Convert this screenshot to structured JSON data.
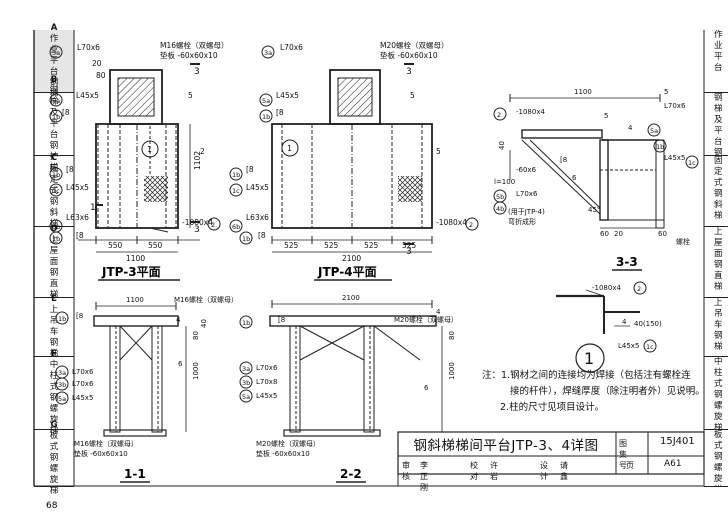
{
  "page_number": "68",
  "sidebar_tabs": [
    {
      "letter": "A",
      "label": "作业平台钢梯"
    },
    {
      "letter": "B",
      "label": "钢梯及平台钢护栏"
    },
    {
      "letter": "C",
      "label": "固定式钢斜梯"
    },
    {
      "letter": "D",
      "label": "上屋面钢直梯"
    },
    {
      "letter": "E",
      "label": "上吊车钢梯"
    },
    {
      "letter": "F",
      "label": "中柱式钢螺旋梯"
    },
    {
      "letter": "G",
      "label": "板式钢螺旋梯"
    }
  ],
  "right_tabs": [
    "作业平台",
    "钢梯及平台钢护栏",
    "固定式钢斜梯",
    "上屋面钢直梯",
    "上吊车钢梯",
    "中柱式钢螺旋梯",
    "板式钢螺旋梯"
  ],
  "views": {
    "jtp3_plan": {
      "title": "JTP-3平面",
      "labels": {
        "l70x6": "L70x6",
        "bolt": "M16螺栓（双螺母）",
        "washer": "垫板 -60x60x10",
        "l45x5": "L45x5",
        "c8": "[8",
        "l63x6": "L63x6",
        "plate": "-1080x4",
        "d550a": "550",
        "d550b": "550",
        "d1100": "1100",
        "d1102": "1102",
        "d80": "80",
        "d20": "20",
        "d5": "5",
        "d3": "3",
        "d1": "1",
        "c3a": "3a",
        "c5a": "5a",
        "c1b": "1b",
        "c1c": "1c",
        "c6b": "6b",
        "c2": "2",
        "c1": "1"
      }
    },
    "jtp4_plan": {
      "title": "JTP-4平面",
      "labels": {
        "l70x6": "L70x6",
        "bolt": "M20螺栓（双螺母）",
        "washer": "垫板 -60x60x10",
        "l45x5": "L45x5",
        "c8": "[8",
        "l63x6": "L63x6",
        "plate": "-1080x4",
        "d525a": "525",
        "d525b": "525",
        "d525c": "525",
        "d525d": "525",
        "d2100": "2100",
        "d5": "5",
        "d3": "3",
        "c3a": "3a",
        "c5a": "5a",
        "c1b": "1b",
        "c1c": "1c",
        "c6b": "6b",
        "c2": "2",
        "c1": "1"
      }
    },
    "section_33": {
      "title": "3-3",
      "labels": {
        "d1100": "1100",
        "d5": "5",
        "plate": "-1080x4",
        "l70x6": "L70x6",
        "l45x5": "L45x5",
        "c8": "[8",
        "c6": "6",
        "c5b": "5b",
        "c4b": "4b",
        "c4b_note": "(用于JTP-4)",
        "bend": "弯折成形",
        "bolt": "螺栓",
        "plate2": "-60x6",
        "l_len": "l=100",
        "d40": "40",
        "d20": "20",
        "d60a": "60",
        "d60b": "60",
        "d45": "45°",
        "d4": "4",
        "c2": "2",
        "c5a": "5a",
        "c1b": "1b",
        "c1c": "1c"
      }
    },
    "section_11": {
      "title": "1-1",
      "labels": {
        "d1100": "1100",
        "bolt_top": "M16螺栓（双螺母）",
        "c8": "[8",
        "d4": "4",
        "l70x6": "L70x6",
        "l45x5": "L45x5",
        "d6": "6",
        "d1000": "1000",
        "d80": "80",
        "d40": "40",
        "bolt_bot": "M16螺栓（双螺母）",
        "washer": "垫板 -60x60x10",
        "c1b": "1b",
        "c3a": "3a",
        "c3b": "3b",
        "c5a": "5a"
      }
    },
    "section_22": {
      "title": "2-2",
      "labels": {
        "d2100": "2100",
        "c8": "[8",
        "bolt_top": "M20螺栓（双螺母）",
        "d4": "4",
        "l70x6": "L70x6",
        "l70x8": "L70x8",
        "l45x5": "L45x5",
        "d6": "6",
        "d1000": "1000",
        "d80": "80",
        "bolt_bot": "M20螺栓（双螺母）",
        "washer": "垫板 -60x60x10",
        "c1b": "1b",
        "c3a": "3a",
        "c3b": "3b",
        "c5a": "5a"
      }
    },
    "detail_1": {
      "number": "1",
      "labels": {
        "plate": "-1080x4",
        "d4": "4",
        "d40": "40(150)",
        "l45x5": "L45x5",
        "c2": "2",
        "c1c": "1c"
      }
    }
  },
  "notes": {
    "prefix": "注：",
    "line1": "1.钢材之间的连接均为焊接（包括注有螺栓连",
    "line2": "接的杆件），焊缝厚度（除注明者外）见说明。",
    "line3": "2.柱的尺寸见项目设计。"
  },
  "title_block": {
    "title": "钢斜梯梯间平台JTP-3、4详图",
    "atlas_label": "图集号",
    "atlas_value": "15J401",
    "review_label": "审核",
    "reviewer": "李正刚",
    "check_label": "校对",
    "checker": "许 岩",
    "design_label": "设计",
    "designer": "请 鑫",
    "page_label": "页",
    "page_value": "A61"
  }
}
